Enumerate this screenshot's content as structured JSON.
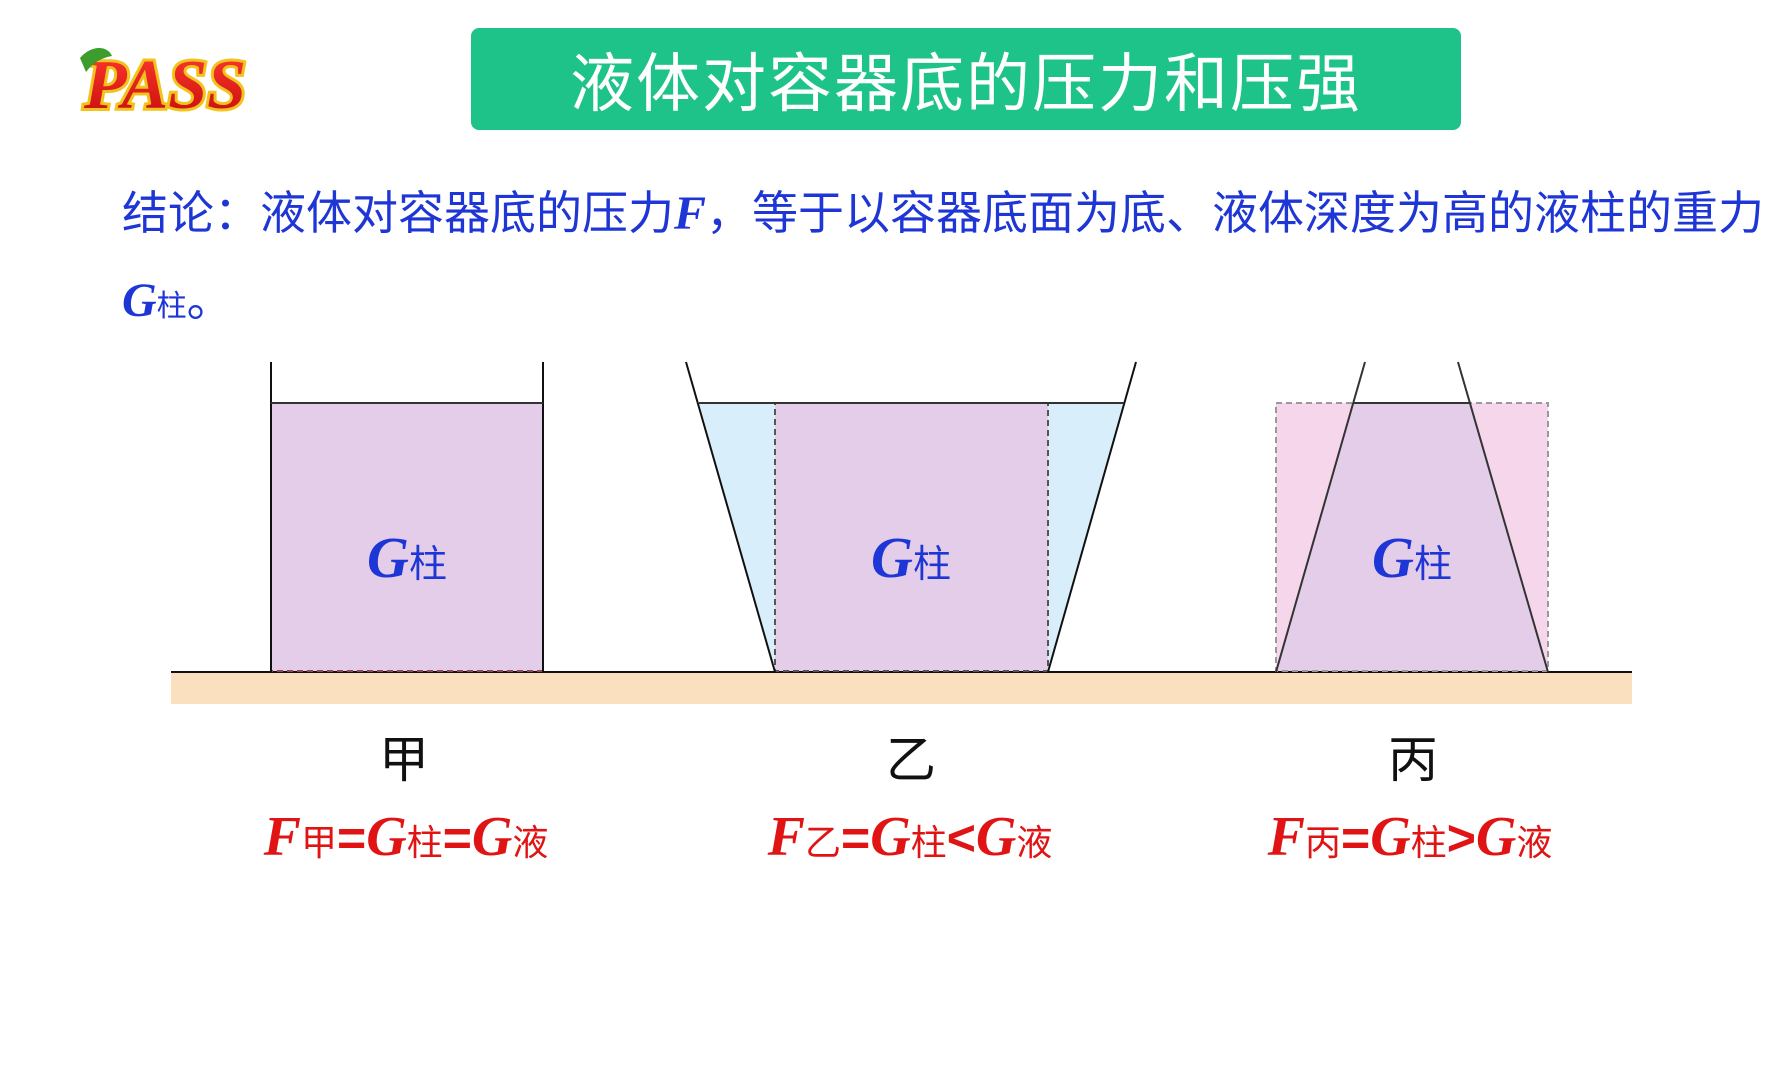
{
  "logo": {
    "text": "PASS"
  },
  "header": {
    "title": "液体对容器底的压力和压强"
  },
  "conclusion": {
    "prefix": "结论：液体对容器底的压力",
    "var_f": "F",
    "middle": "，等于以容器底面为底、液体深度为高的液柱的重力",
    "var_g": "G",
    "sub_g": "柱",
    "suffix": "。"
  },
  "vessels": [
    {
      "name": "甲",
      "column_var": "G",
      "column_sub": "柱",
      "formula": {
        "f": "F",
        "f_sub": "甲",
        "op1": "=",
        "g1": "G",
        "g1_sub": "柱",
        "op2": "=",
        "g2": "G",
        "g2_sub": "液"
      }
    },
    {
      "name": "乙",
      "column_var": "G",
      "column_sub": "柱",
      "formula": {
        "f": "F",
        "f_sub": "乙",
        "op1": "=",
        "g1": "G",
        "g1_sub": "柱",
        "op2": "<",
        "g2": "G",
        "g2_sub": "液"
      }
    },
    {
      "name": "丙",
      "column_var": "G",
      "column_sub": "柱",
      "formula": {
        "f": "F",
        "f_sub": "丙",
        "op1": "=",
        "g1": "G",
        "g1_sub": "柱",
        "op2": ">",
        "g2": "G",
        "g2_sub": "液"
      }
    }
  ],
  "colors": {
    "title_bg": "#1ec38a",
    "conclusion_text": "#1f36d6",
    "formula_text": "#e01414",
    "column_fill": "#e3cde8",
    "extra_liquid_wide": "#d8eefa",
    "extra_column_narrow": "#f6d6ea",
    "ground": "#fbe0bf"
  }
}
